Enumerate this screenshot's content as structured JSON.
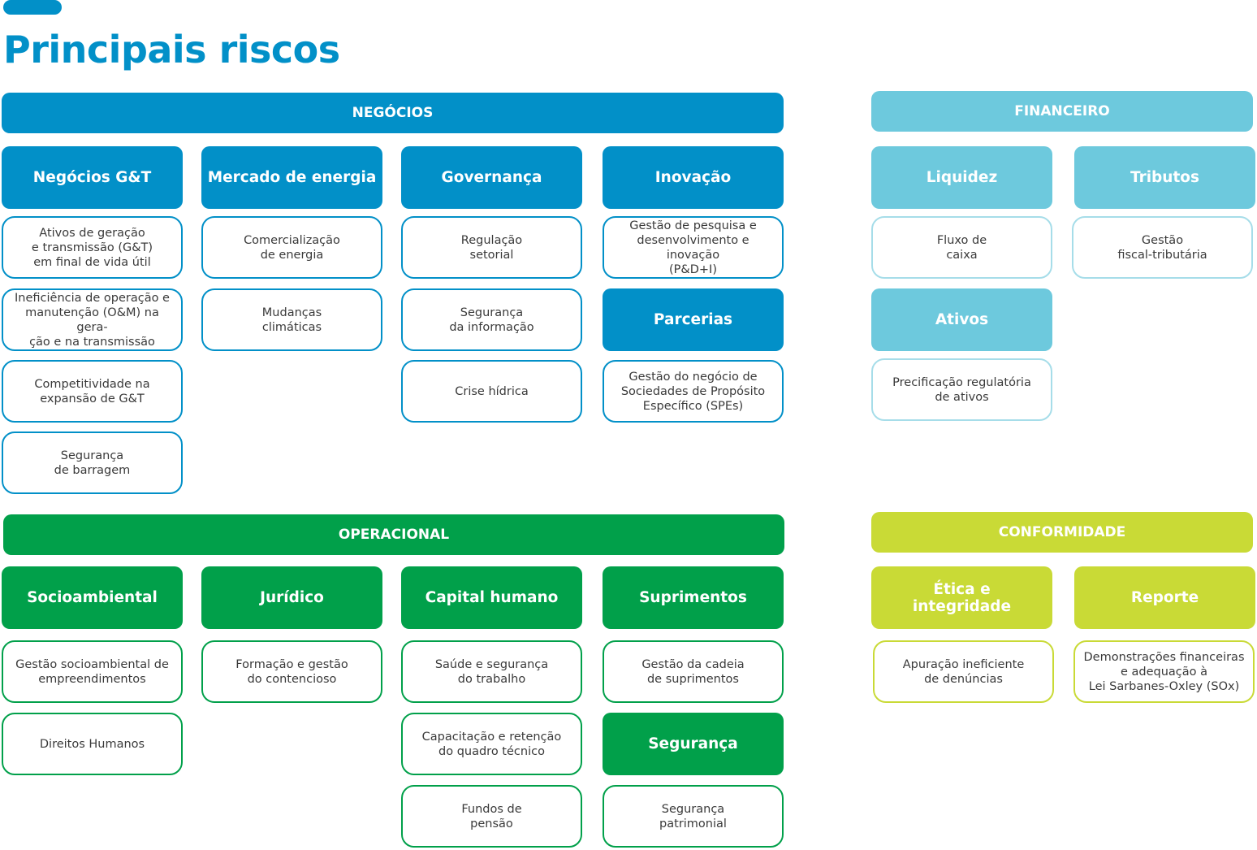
{
  "title": "Principais riscos",
  "colors": {
    "negocios": "#0290c8",
    "financeiro": "#6dc9dd",
    "operacional": "#01a04a",
    "conformidade": "#c9da36"
  },
  "negocios": {
    "label": "NEGÓCIOS",
    "columns": [
      {
        "heading": "Negócios G&T",
        "items": [
          "Ativos de geração\ne transmissão (G&T)\nem final de vida útil",
          "Ineficiência de operação e\nmanutenção (O&M) na gera-\nção e na transmissão",
          "Competitividade na\nexpansão de G&T",
          "Segurança\nde barragem"
        ]
      },
      {
        "heading": "Mercado de energia",
        "items": [
          "Comercialização\nde energia",
          "Mudanças\nclimáticas"
        ]
      },
      {
        "heading": "Governança",
        "items": [
          "Regulação\nsetorial",
          "Segurança\nda informação",
          "Crise hídrica"
        ]
      },
      {
        "heading": "Inovação",
        "items": [
          "Gestão de pesquisa e\ndesenvolvimento e inovação\n(P&D+I)"
        ],
        "sub_heading": "Parcerias",
        "sub_items": [
          "Gestão do negócio de\nSociedades de Propósito\nEspecífico (SPEs)"
        ]
      }
    ]
  },
  "financeiro": {
    "label": "FINANCEIRO",
    "columns": [
      {
        "heading": "Liquidez",
        "items": [
          "Fluxo de\ncaixa"
        ],
        "sub_heading": "Ativos",
        "sub_items": [
          "Precificação regulatória\nde ativos"
        ]
      },
      {
        "heading": "Tributos",
        "items": [
          "Gestão\nfiscal-tributária"
        ]
      }
    ]
  },
  "operacional": {
    "label": "OPERACIONAL",
    "columns": [
      {
        "heading": "Socioambiental",
        "items": [
          "Gestão socioambiental de\nempreendimentos",
          "Direitos Humanos"
        ]
      },
      {
        "heading": "Jurídico",
        "items": [
          "Formação e gestão\ndo contencioso"
        ]
      },
      {
        "heading": "Capital humano",
        "items": [
          "Saúde e segurança\ndo trabalho",
          "Capacitação e retenção\ndo quadro técnico",
          "Fundos de\npensão"
        ]
      },
      {
        "heading": "Suprimentos",
        "items": [
          "Gestão da cadeia\nde suprimentos"
        ],
        "sub_heading": "Segurança",
        "sub_items": [
          "Segurança\npatrimonial"
        ]
      }
    ]
  },
  "conformidade": {
    "label": "CONFORMIDADE",
    "columns": [
      {
        "heading": "Ética e\nintegridade",
        "items": [
          "Apuração ineficiente\nde denúncias"
        ]
      },
      {
        "heading": "Reporte",
        "items": [
          "Demonstrações financeiras\ne adequação à\nLei Sarbanes-Oxley (SOx)"
        ]
      }
    ]
  }
}
